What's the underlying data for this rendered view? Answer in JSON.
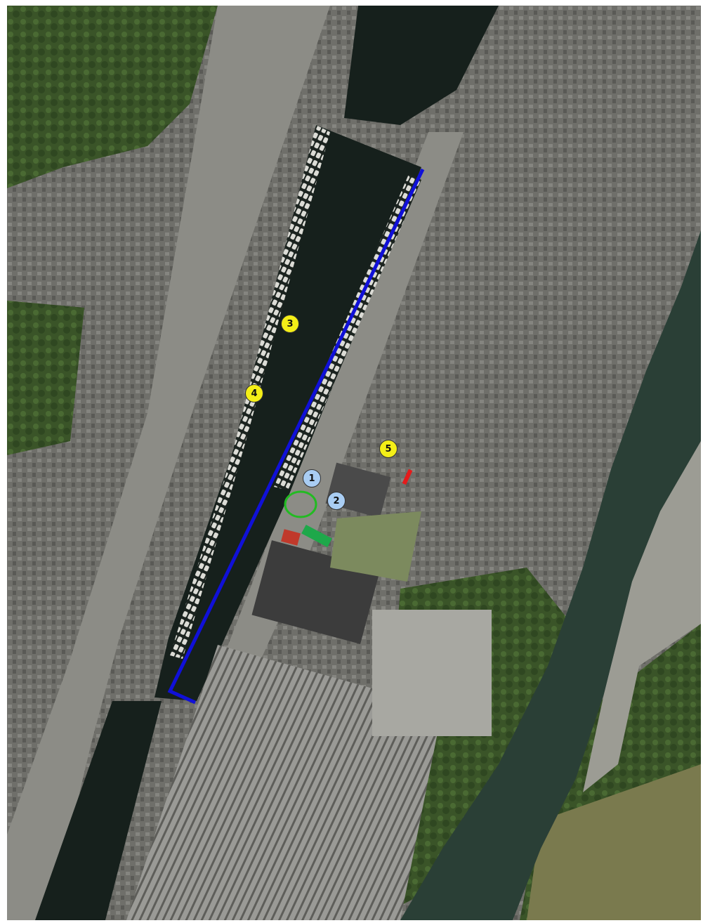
{
  "map": {
    "view": "aerial-photo",
    "colors": {
      "route_line": "#1010d8",
      "marker_yellow": "#f4ef17",
      "marker_blue": "#a9cdf3",
      "circle_green": "#22bb22",
      "rect_green": "#1ea84a",
      "mark_red": "#e41b1b",
      "water": "#16201c",
      "river": "#2a3f36",
      "vegetation": "#3d5a2a",
      "pavement": "#8c8c86"
    },
    "markers": [
      {
        "label": "1",
        "style": "blue"
      },
      {
        "label": "2",
        "style": "blue"
      },
      {
        "label": "3",
        "style": "yellow"
      },
      {
        "label": "4",
        "style": "yellow"
      },
      {
        "label": "5",
        "style": "yellow"
      }
    ],
    "overlay_shapes": [
      "route-line",
      "green-circle",
      "green-rectangle",
      "red-mark"
    ]
  }
}
